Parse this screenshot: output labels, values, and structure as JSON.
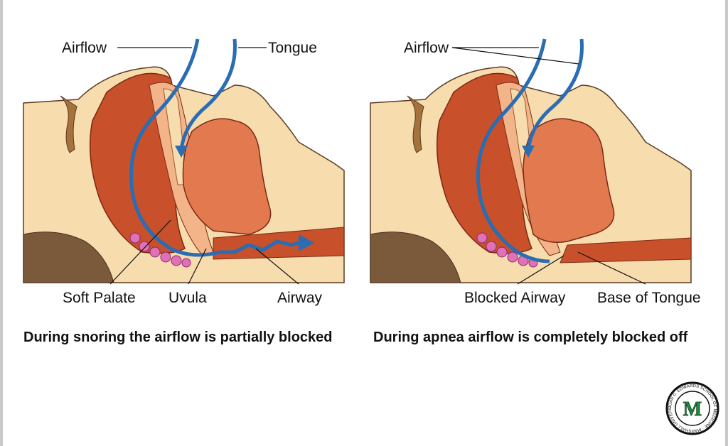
{
  "left_panel": {
    "labels": {
      "airflow": "Airflow",
      "tongue": "Tongue",
      "soft_palate": "Soft Palate",
      "uvula": "Uvula",
      "airway": "Airway"
    },
    "caption": "During snoring the airflow is partially blocked"
  },
  "right_panel": {
    "labels": {
      "airflow": "Airflow",
      "blocked_airway": "Blocked Airway",
      "base_of_tongue": "Base of Tongue"
    },
    "caption": "During apnea airflow is completely blocked off"
  },
  "logo": {
    "letter": "M",
    "ring_text": "JOAN C. EDWARDS SCHOOL OF MEDICINE · MARSHALL UNIVERSITY ·"
  },
  "colors": {
    "skin": "#f7dcae",
    "tissue_dark": "#c8502a",
    "tissue_mid": "#e37a4f",
    "palate": "#f4b48a",
    "airflow": "#2a6db3",
    "logo_green": "#1f8a3d"
  }
}
